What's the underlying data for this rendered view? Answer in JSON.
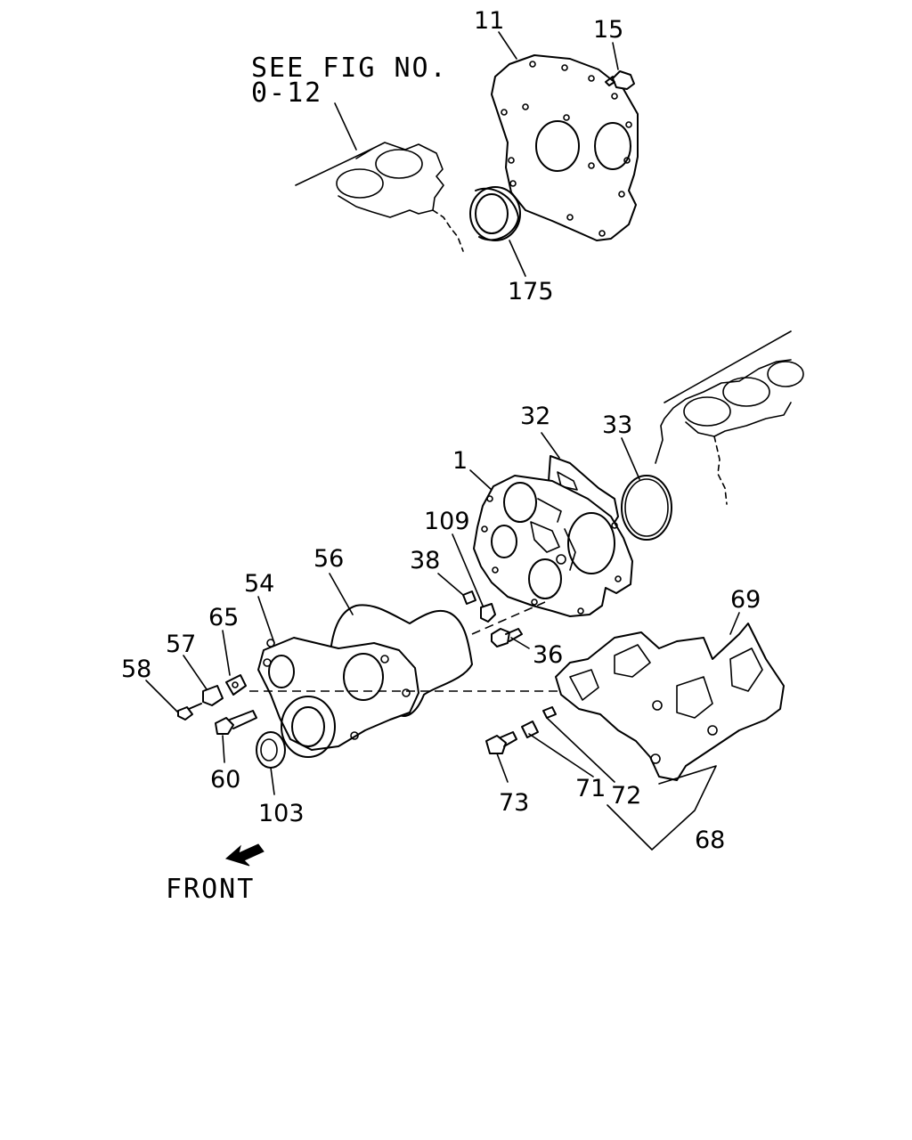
{
  "reference": {
    "line1": "SEE FIG NO.",
    "line2": "0-12"
  },
  "front_label": "FRONT",
  "callouts": {
    "p11": "11",
    "p15": "15",
    "p175": "175",
    "p32": "32",
    "p33": "33",
    "p1": "1",
    "p109": "109",
    "p38": "38",
    "p56": "56",
    "p54": "54",
    "p65": "65",
    "p57": "57",
    "p58": "58",
    "p69": "69",
    "p36": "36",
    "p60": "60",
    "p103": "103",
    "p73": "73",
    "p71": "71",
    "p72": "72",
    "p68": "68"
  }
}
